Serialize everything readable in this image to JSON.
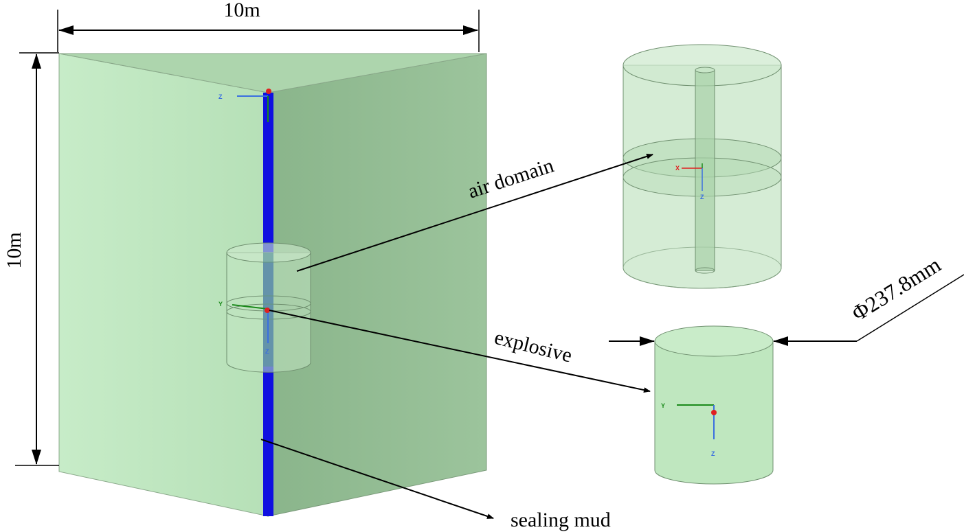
{
  "dimensions": {
    "width_label": "10m",
    "height_label": "10m",
    "diameter_label": "Φ237.8mm"
  },
  "labels": {
    "air_domain": "air domain",
    "explosive": "explosive",
    "sealing_mud": "sealing mud"
  },
  "axis_triads": {
    "top": {
      "axis1": "Z"
    },
    "center": {
      "axis1": "Y",
      "axis2": "Z"
    },
    "air_detail": {
      "axis1": "X",
      "axis2": "Z"
    },
    "explosive_detail": {
      "axis1": "Y",
      "axis2": "Z"
    }
  },
  "colors": {
    "model_light_face": "#c4eac6",
    "model_dark_face": "#8fb78f",
    "model_top_face": "#a9d3a9",
    "sealing_mud": "#1010e0",
    "cylinder_fill": "#b8deb8",
    "cylinder_edge": "#6f8f6f",
    "axis_red": "#e02020",
    "axis_green": "#1a8a1a",
    "axis_blue": "#3a6fe0"
  }
}
